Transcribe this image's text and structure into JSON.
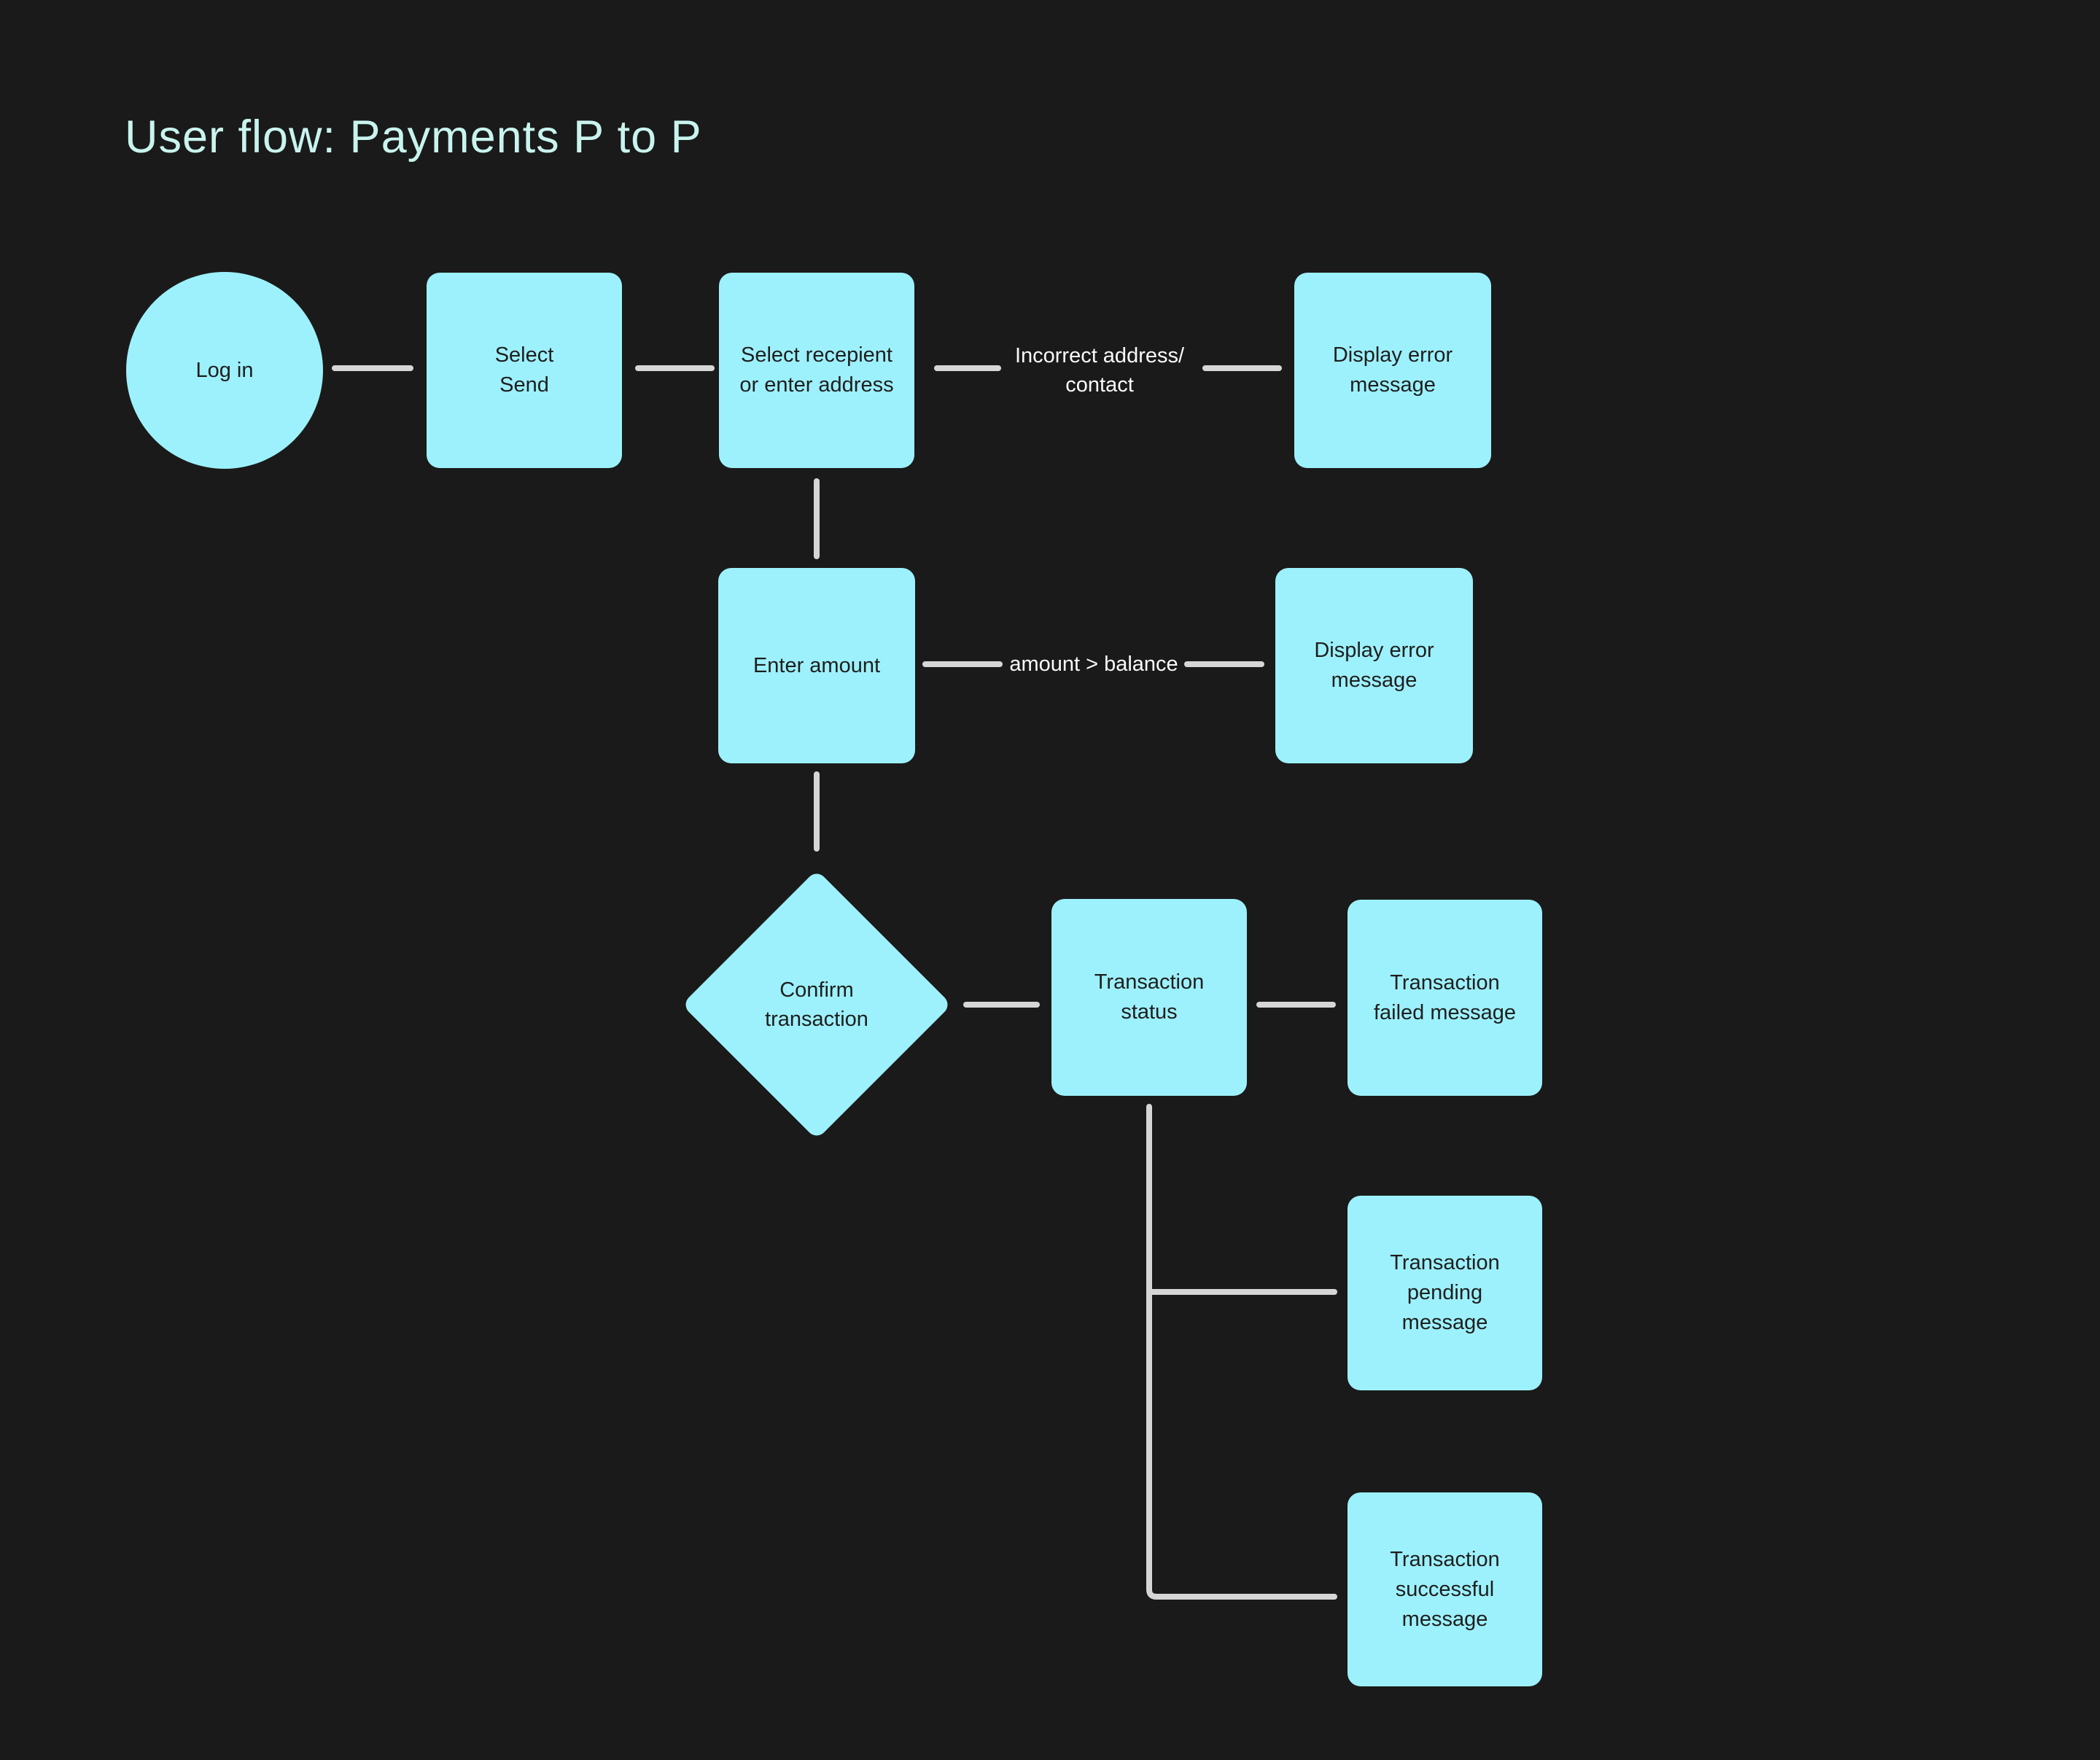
{
  "title": "User flow: Payments P to P",
  "colors": {
    "background": "#1a1a1a",
    "node_fill": "#9df1fc",
    "node_text": "#1e1e1e",
    "title_text": "#c9f4ee",
    "connector": "#d6d6d6",
    "edge_label_text": "#fafafa"
  },
  "nodes": {
    "login": {
      "line1": "Log in"
    },
    "select_send": {
      "line1": "Select",
      "line2": "Send"
    },
    "select_recipient": {
      "line1": "Select recepient",
      "line2": "or enter address"
    },
    "error_address": {
      "line1": "Display error",
      "line2": "message"
    },
    "enter_amount": {
      "line1": "Enter amount"
    },
    "error_balance": {
      "line1": "Display error",
      "line2": "message"
    },
    "confirm": {
      "line1": "Confirm",
      "line2": "transaction"
    },
    "status": {
      "line1": "Transaction",
      "line2": "status"
    },
    "failed": {
      "line1": "Transaction",
      "line2": "failed message"
    },
    "pending": {
      "line1": "Transaction",
      "line2": "pending",
      "line3": "message"
    },
    "success": {
      "line1": "Transaction",
      "line2": "successful",
      "line3": "message"
    }
  },
  "edge_labels": {
    "incorrect": {
      "line1": "Incorrect address/",
      "line2": "contact"
    },
    "over_balance": {
      "line1": "amount > balance"
    }
  }
}
